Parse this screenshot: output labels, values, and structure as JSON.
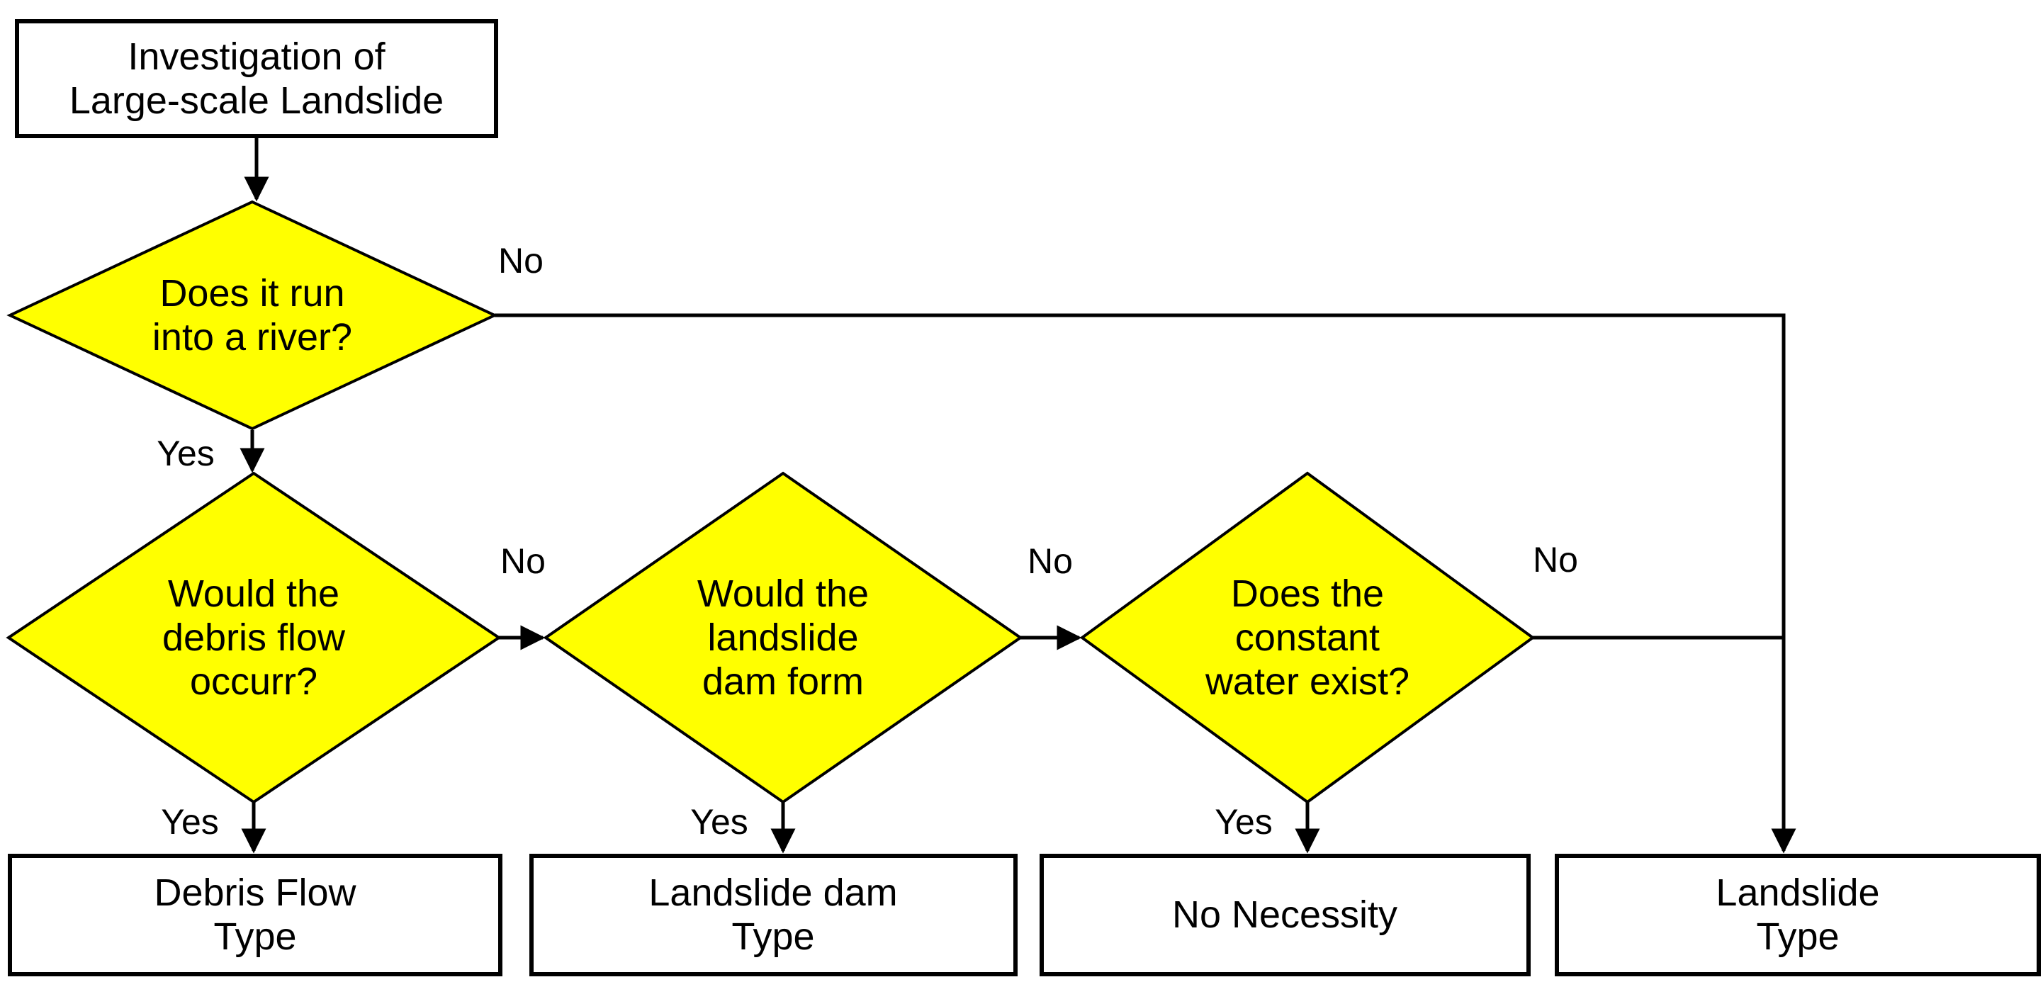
{
  "colors": {
    "background": "#ffffff",
    "decision_fill": "#ffff00",
    "box_fill": "#ffffff",
    "stroke": "#000000",
    "text": "#000000"
  },
  "start_box": {
    "line1": "Investigation of",
    "line2": "Large-scale Landslide"
  },
  "decisions": {
    "river": {
      "line1": "Does it run",
      "line2": "into a river?"
    },
    "debris": {
      "line1": "Would the",
      "line2": "debris flow",
      "line3": "occurr?"
    },
    "dam": {
      "line1": "Would the",
      "line2": "landslide",
      "line3": "dam form"
    },
    "water": {
      "line1": "Does the",
      "line2": "constant",
      "line3": "water exist?"
    }
  },
  "edge_labels": {
    "yes": "Yes",
    "no": "No"
  },
  "result_boxes": {
    "debris_flow": {
      "line1": "Debris Flow",
      "line2": "Type"
    },
    "landslide_dam": {
      "line1": "Landslide dam",
      "line2": "Type"
    },
    "no_necessity": {
      "line1": "No Necessity"
    },
    "landslide": {
      "line1": "Landslide",
      "line2": "Type"
    }
  }
}
